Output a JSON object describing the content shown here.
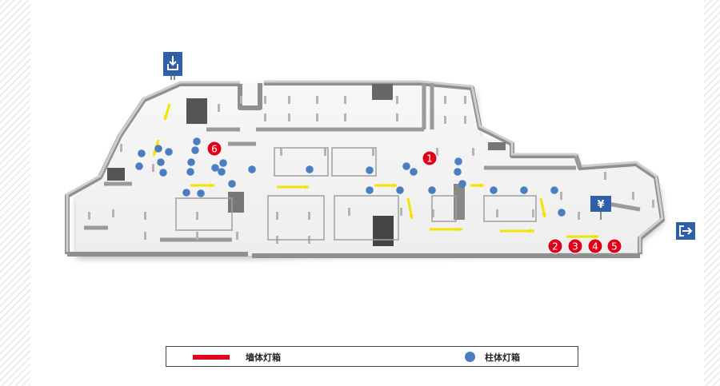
{
  "legend": {
    "wall_lightbox_label": "墙体灯箱",
    "column_lightbox_label": "柱体灯箱"
  },
  "markers": {
    "wall_lightboxes": [
      "1",
      "2",
      "3",
      "4",
      "5",
      "6"
    ]
  },
  "icons": {
    "entrance": "download-arrow-icon",
    "exit": "exit-arrow-icon",
    "cashier": "yen-icon"
  },
  "icon_glyphs": {
    "cashier": "¥"
  },
  "colors": {
    "wall_lightbox": "#e0001a",
    "column_lightbox": "#4a7ec0",
    "direction_arrow": "#f2e400",
    "sign_blue": "#2f5fa6"
  }
}
